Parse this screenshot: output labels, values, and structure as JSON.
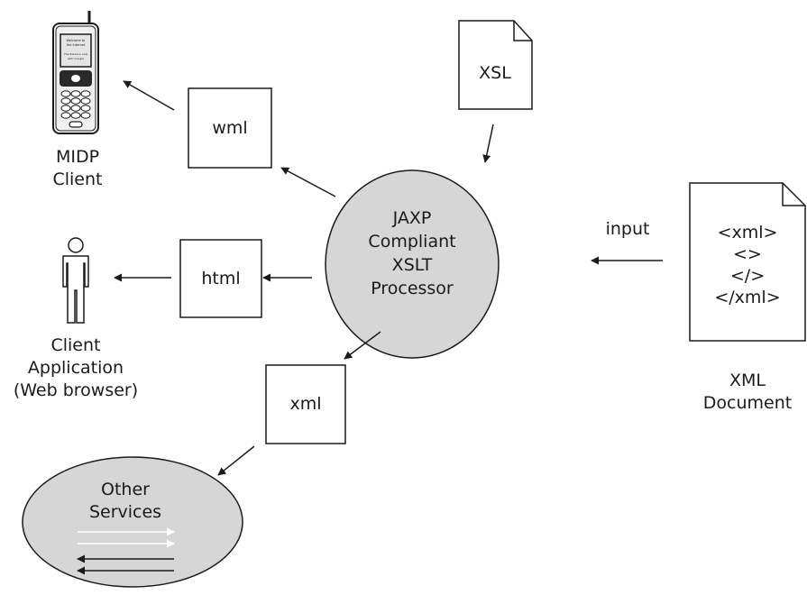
{
  "diagram": {
    "processor": {
      "lines": [
        "JAXP",
        "Compliant",
        "XSLT",
        "Processor"
      ]
    },
    "xsl_doc": {
      "label": "XSL"
    },
    "xml_doc": {
      "lines": [
        "<xml>",
        "<>",
        "</>",
        "</xml>"
      ],
      "caption_lines": [
        "XML",
        "Document"
      ]
    },
    "input_label": "input",
    "outputs": {
      "wml": "wml",
      "html": "html",
      "xml": "xml"
    },
    "mobile_client": {
      "caption_lines": [
        "MIDP",
        "Client"
      ],
      "screen_lines": [
        "Welcome to",
        "the Internet",
        "The future is now",
        "with Google"
      ]
    },
    "web_client": {
      "caption_lines": [
        "Client",
        "Application",
        "(Web browser)"
      ]
    },
    "other_services": {
      "lines": [
        "Other",
        "Services"
      ]
    },
    "colors": {
      "ellipse_fill": "#d6d6d6",
      "stroke": "#1a1a1a",
      "paper": "#ffffff"
    }
  }
}
